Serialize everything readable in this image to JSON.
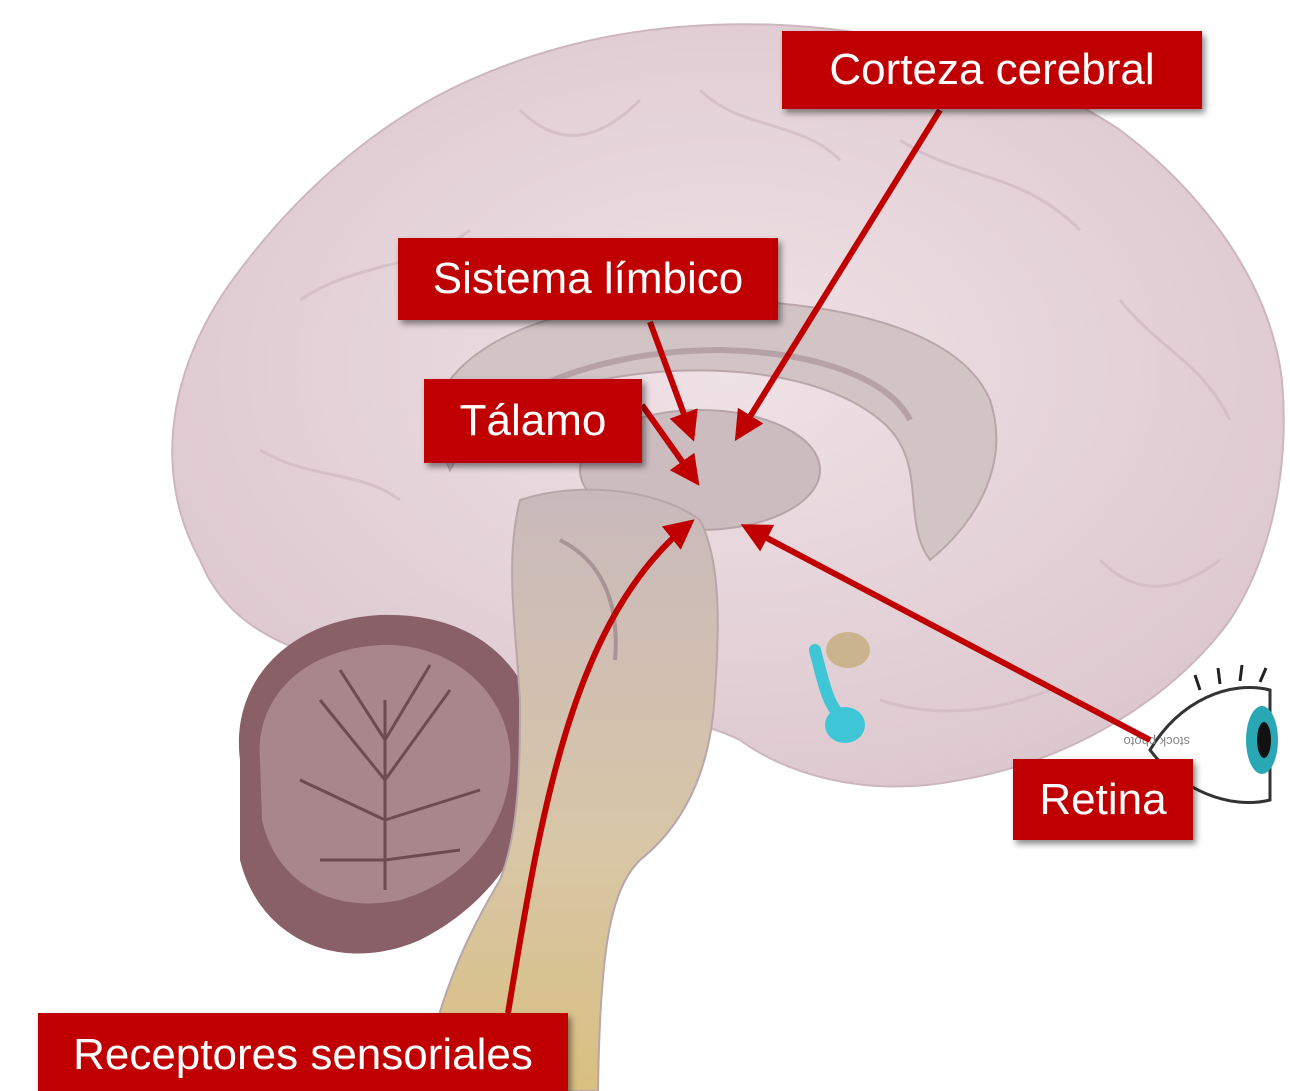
{
  "colors": {
    "label_bg": "#c00000",
    "label_text": "#ffffff",
    "arrow": "#c00000",
    "brain": "#e8d6dc",
    "cerebellum": "#8a6068",
    "brainstem": "#c7b8bb",
    "spinal_cord": "#d9c593",
    "nerve": "#3ec6d6"
  },
  "labels": {
    "corteza": "Corteza cerebral",
    "limbico": "Sistema límbico",
    "talamo": "Tálamo",
    "retina": "Retina",
    "receptores": "Receptores sensoriales"
  },
  "watermark": "stock photo"
}
